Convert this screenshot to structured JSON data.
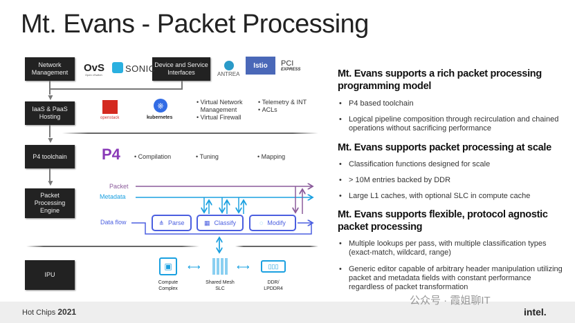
{
  "title": "Mt. Evans - Packet Processing",
  "diagram": {
    "layers": [
      "Network Management",
      "IaaS & PaaS Hosting",
      "P4 toolchain",
      "Packet Processing Engine",
      "IPU"
    ],
    "device_box": "Device and Service Interfaces",
    "logos": {
      "ovs": "OvS",
      "ovs_sub": "Open vSwitch",
      "sonic": "SONIC",
      "antrea": "ANTREA",
      "istio": "Istio",
      "pci": "PCI",
      "pci_sub": "EXPRESS",
      "openstack": "openstack",
      "kubernetes": "kubernetes",
      "p4": "P4"
    },
    "hosting_bullets": [
      "Virtual Network Management",
      "Virtual Firewall",
      "Telemetry & INT",
      "ACLs"
    ],
    "p4_bullets": [
      "Compilation",
      "Tuning",
      "Mapping"
    ],
    "flows": {
      "packet": "Packet",
      "metadata": "Metadata",
      "dataflow": "Data flow"
    },
    "stages": [
      "Parse",
      "Classify",
      "Modify"
    ],
    "ipu": [
      "Compute Complex",
      "Shared Mesh SLC",
      "DDR/ LPDDR4"
    ],
    "colors": {
      "packet": "#8a5a9a",
      "metadata": "#1aa0e0",
      "dataflow": "#4a5ee0",
      "box": "#222222"
    }
  },
  "sections": [
    {
      "heading": "Mt. Evans supports a rich packet processing programming model",
      "bullets": [
        "P4 based toolchain",
        "Logical pipeline composition through recirculation and chained operations without sacrificing performance"
      ]
    },
    {
      "heading": "Mt. Evans supports packet processing at scale",
      "bullets": [
        "Classification functions designed for scale",
        "> 10M entries backed by DDR",
        "Large L1 caches, with optional SLC in compute cache"
      ]
    },
    {
      "heading": "Mt. Evans supports flexible, protocol agnostic packet processing",
      "bullets": [
        "Multiple lookups per pass, with multiple classification types (exact-match, wildcard, range)",
        "Generic editor capable of arbitrary header manipulation utilizing packet and metadata fields with constant performance regardless of packet transformation"
      ]
    }
  ],
  "footer": {
    "event": "Hot Chips",
    "year": "2021",
    "brand": "intel.",
    "watermark": "公众号 · 霞姐聊IT"
  }
}
